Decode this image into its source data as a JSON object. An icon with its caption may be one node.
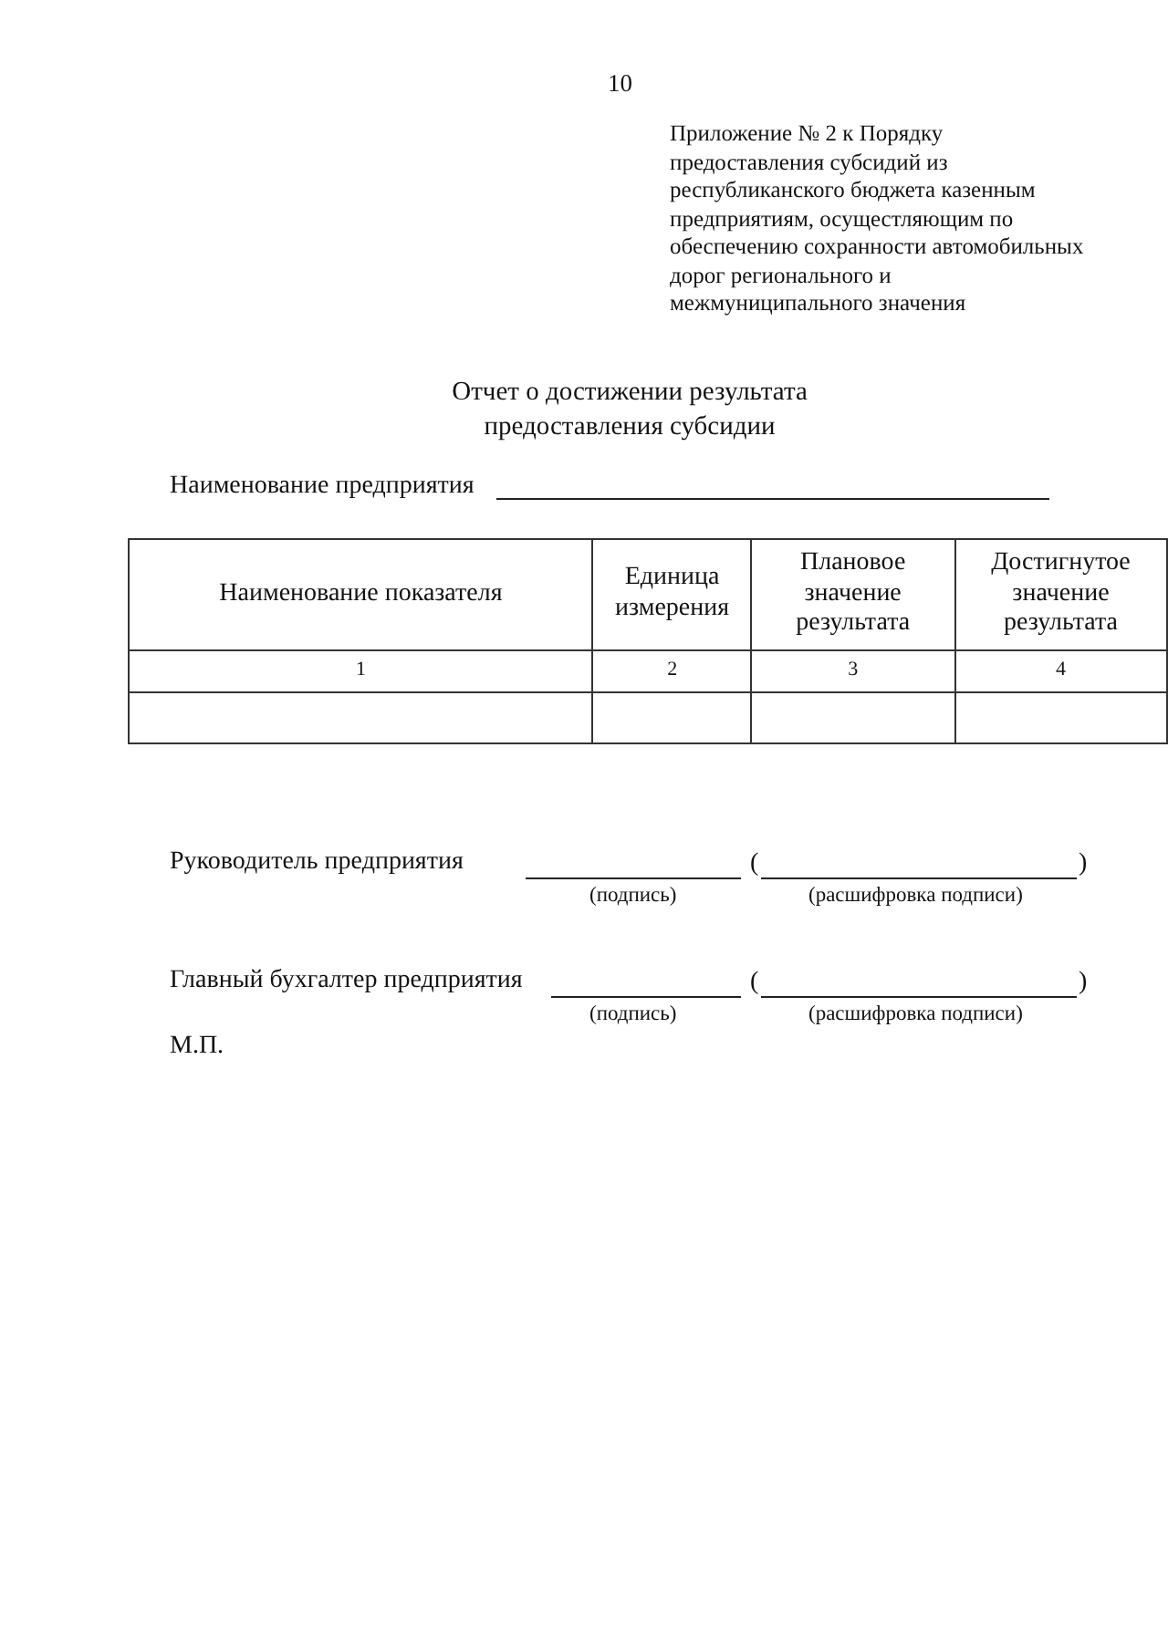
{
  "diagram": {
    "title": "Отчет о достижении результата предоставления субсидии",
    "labels": [
      "10",
      "Приложение № 2 к Порядку предоставления субсидий из республиканского бюджета казенным предприятиям, осущестляющим по обеспечению сохранности автомобильных дорог регионального и межмуниципального значения",
      "Наименование предприятия",
      "Наименование показателя",
      "Единица измерения",
      "Плановое значение результата",
      "Достигнутое значение результата",
      "1",
      "2",
      "3",
      "4",
      "Руководитель предприятия",
      "(",
      ")",
      "(подпись)",
      "(расшифровка подписи)",
      "Главный бухгалтер предприятия",
      "(",
      ")",
      "(подпись)",
      "(расшифровка подписи)",
      "М.П."
    ]
  }
}
